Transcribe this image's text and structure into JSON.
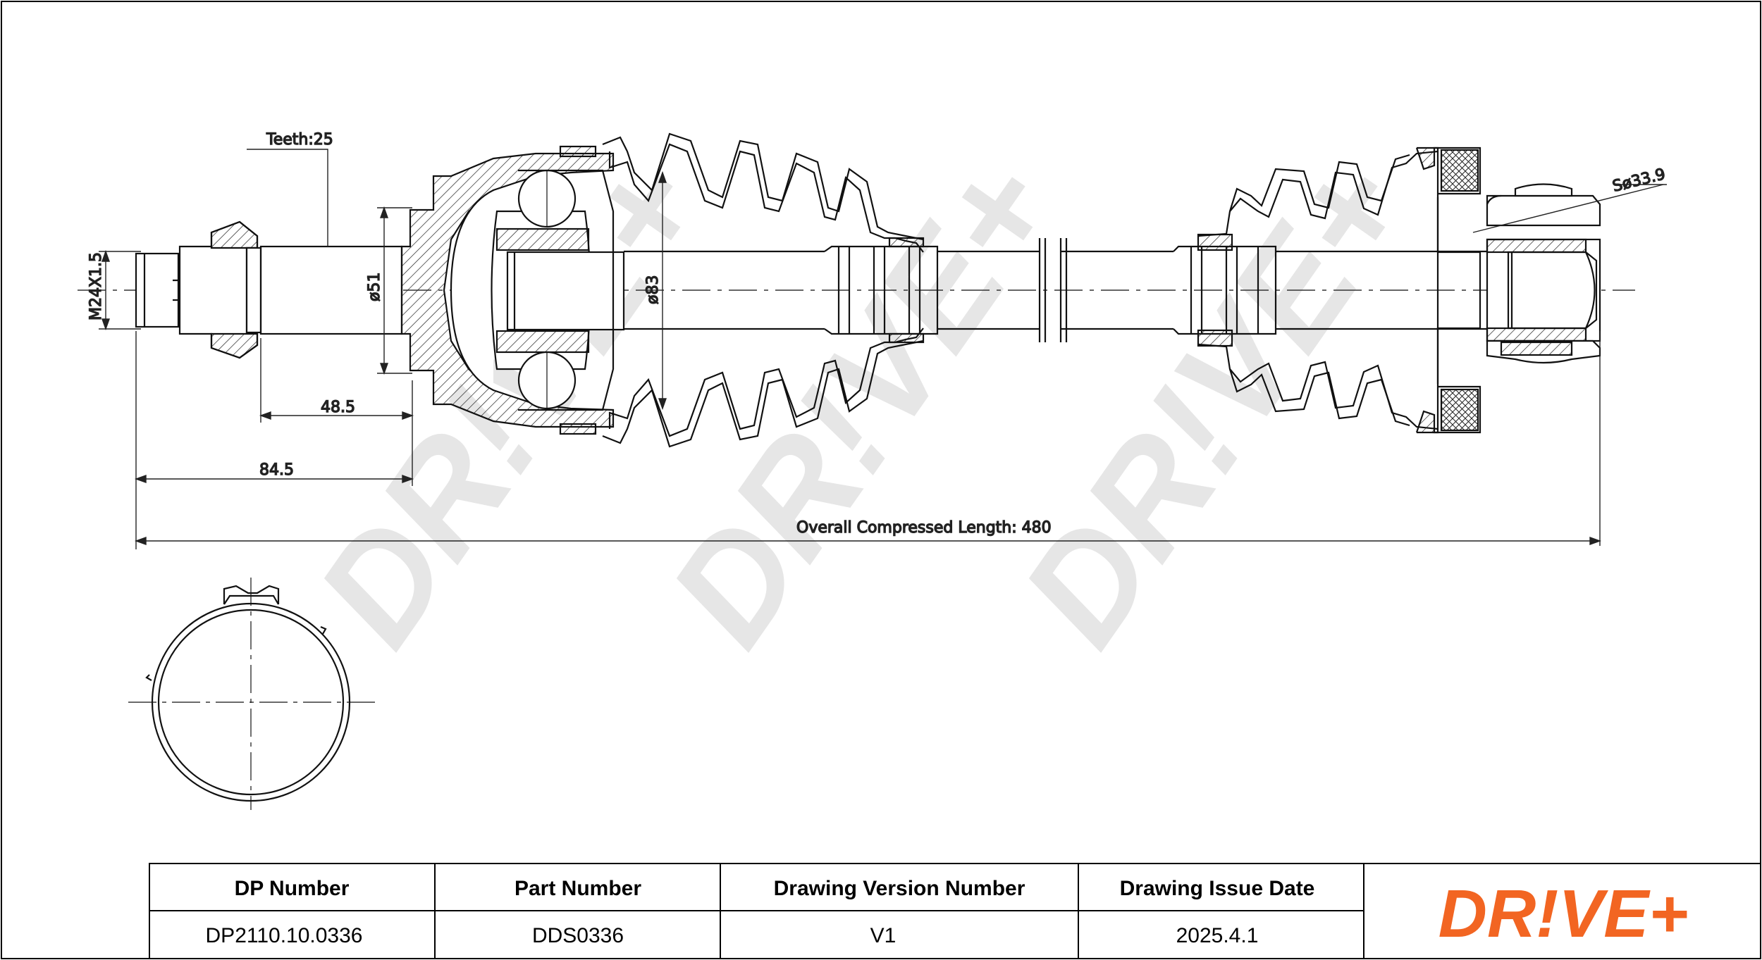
{
  "dimensions": {
    "teeth": "Teeth:25",
    "thread": "M24X1.5",
    "dia_51": "ø51",
    "dia_83": "ø83",
    "sphere": "Sø33.9",
    "len_48_5": "48.5",
    "len_84_5": "84.5",
    "overall": "Overall  Compressed  Length: 480"
  },
  "title_block": {
    "headers": [
      "DP Number",
      "Part Number",
      "Drawing Version Number",
      "Drawing Issue Date"
    ],
    "values": [
      "DP2110.10.0336",
      "DDS0336",
      "V1",
      "2025.4.1"
    ]
  },
  "logo": {
    "text": "DR!VE+",
    "color": "#f26522"
  },
  "watermark": {
    "text": "DR!VE+",
    "color": "#e6e6e6"
  }
}
